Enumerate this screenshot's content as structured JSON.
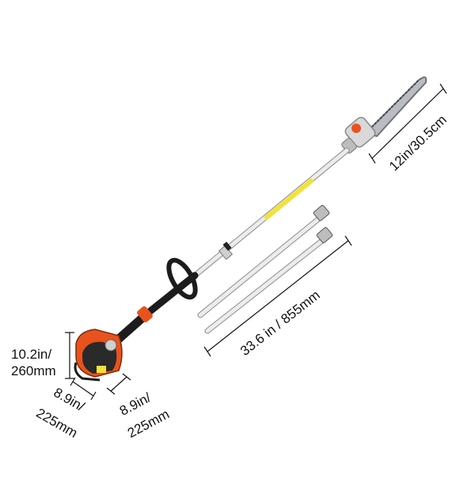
{
  "product": {
    "type": "pole saw with gas engine",
    "engine_color": "#e8531d",
    "shaft_color": "#e9e9e9",
    "label_color": "#f2e23a",
    "handle_color": "#1c1c1c"
  },
  "dimensions": {
    "bar_length": "12in/30.5cm",
    "extension_length": "33.6 in / 855mm",
    "engine_height_line1": "10.2in/",
    "engine_height_line2": "260mm",
    "engine_depth_line1": "8.9in/",
    "engine_depth_line2": "225mm",
    "engine_width_line1": "8.9in/",
    "engine_width_line2": "225mm"
  }
}
